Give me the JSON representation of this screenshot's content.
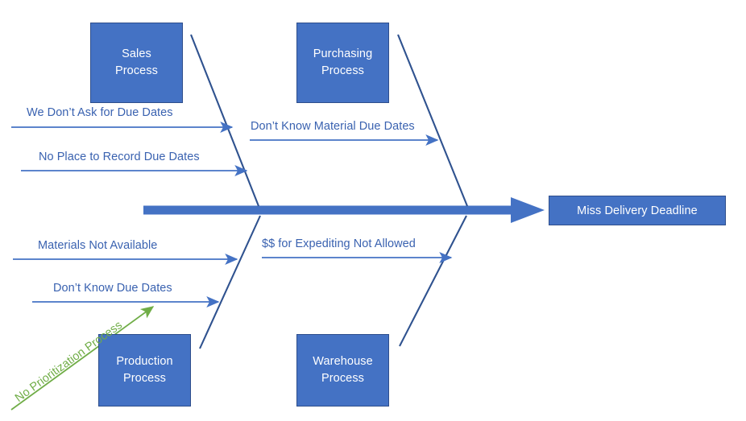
{
  "diagram": {
    "type": "fishbone-ishikawa",
    "title_text": "",
    "colors": {
      "box_fill": "#4472C4",
      "box_border": "#2E4E8C",
      "box_text": "#FFFFFF",
      "rib_line": "#2F528F",
      "cause_arrow": "#4472C4",
      "cause_text": "#3A62B0",
      "spine_arrow": "#4472C4",
      "highlight_green": "#70AD47",
      "background": "#FFFFFF"
    },
    "effect": {
      "label": "Miss Delivery Deadline"
    },
    "categories": [
      {
        "id": "sales",
        "line1": "Sales",
        "line2": "Process",
        "position": "top-left"
      },
      {
        "id": "purchasing",
        "line1": "Purchasing",
        "line2": "Process",
        "position": "top-right"
      },
      {
        "id": "production",
        "line1": "Production",
        "line2": "Process",
        "position": "bottom-left"
      },
      {
        "id": "warehouse",
        "line1": "Warehouse",
        "line2": "Process",
        "position": "bottom-right"
      }
    ],
    "causes": [
      {
        "id": "cause-1",
        "label": "We Don’t Ask for Due Dates",
        "category": "sales",
        "color": "#3A62B0"
      },
      {
        "id": "cause-2",
        "label": "No Place to Record Due Dates",
        "category": "sales",
        "color": "#3A62B0"
      },
      {
        "id": "cause-3",
        "label": "Don’t Know Material Due Dates",
        "category": "purchasing",
        "color": "#3A62B0"
      },
      {
        "id": "cause-4",
        "label": "Materials Not Available",
        "category": "production",
        "color": "#3A62B0"
      },
      {
        "id": "cause-5",
        "label": "Don’t Know Due Dates",
        "category": "production",
        "color": "#3A62B0"
      },
      {
        "id": "cause-6",
        "label": "$$ for Expediting Not Allowed",
        "category": "warehouse",
        "color": "#3A62B0"
      },
      {
        "id": "cause-7",
        "label": "No Prioritization Process",
        "category": "production",
        "color": "#70AD47"
      }
    ]
  }
}
